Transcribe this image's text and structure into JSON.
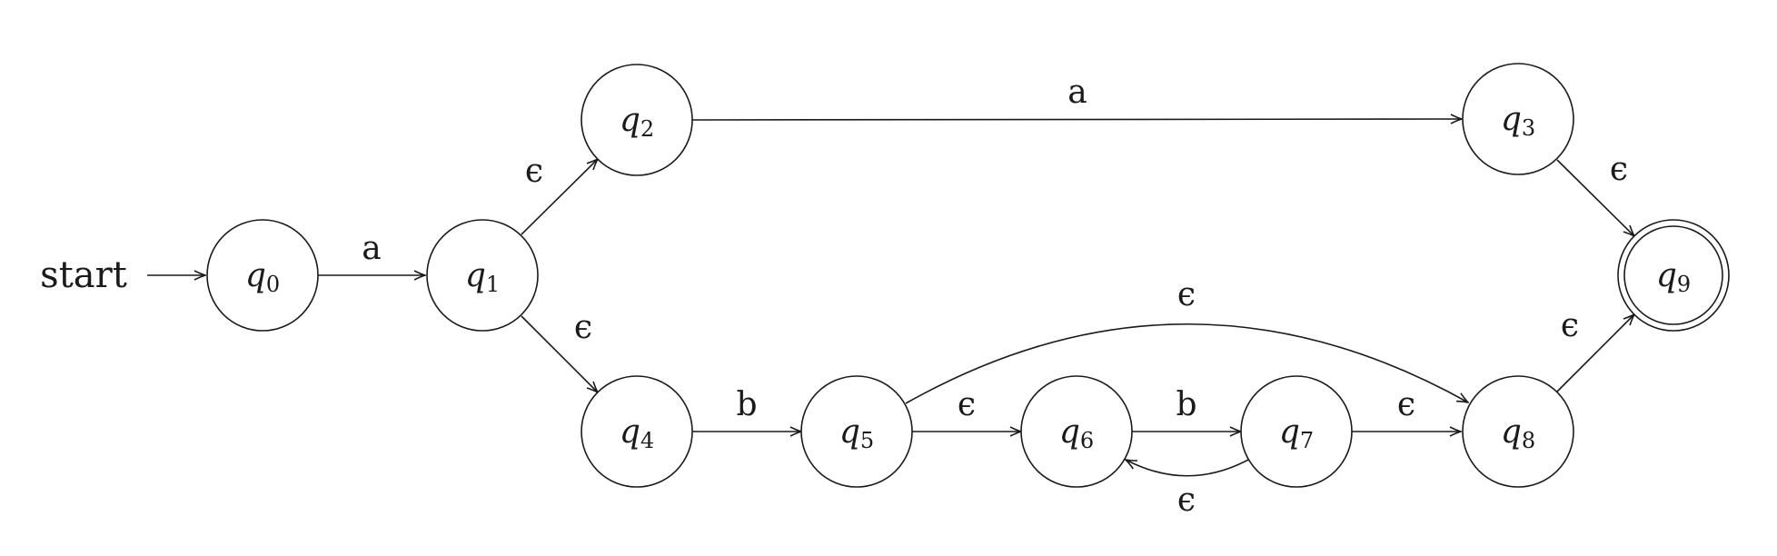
{
  "start_label": "start",
  "states": [
    {
      "id": "q0",
      "base": "q",
      "sub": "0",
      "accepting": false
    },
    {
      "id": "q1",
      "base": "q",
      "sub": "1",
      "accepting": false
    },
    {
      "id": "q2",
      "base": "q",
      "sub": "2",
      "accepting": false
    },
    {
      "id": "q3",
      "base": "q",
      "sub": "3",
      "accepting": false
    },
    {
      "id": "q4",
      "base": "q",
      "sub": "4",
      "accepting": false
    },
    {
      "id": "q5",
      "base": "q",
      "sub": "5",
      "accepting": false
    },
    {
      "id": "q6",
      "base": "q",
      "sub": "6",
      "accepting": false
    },
    {
      "id": "q7",
      "base": "q",
      "sub": "7",
      "accepting": false
    },
    {
      "id": "q8",
      "base": "q",
      "sub": "8",
      "accepting": false
    },
    {
      "id": "q9",
      "base": "q",
      "sub": "9",
      "accepting": true
    }
  ],
  "transitions": [
    {
      "id": "q0-q1",
      "from": "q0",
      "to": "q1",
      "label": "a"
    },
    {
      "id": "q1-q2",
      "from": "q1",
      "to": "q2",
      "label": "ϵ"
    },
    {
      "id": "q1-q4",
      "from": "q1",
      "to": "q4",
      "label": "ϵ"
    },
    {
      "id": "q2-q3",
      "from": "q2",
      "to": "q3",
      "label": "a"
    },
    {
      "id": "q3-q9",
      "from": "q3",
      "to": "q9",
      "label": "ϵ"
    },
    {
      "id": "q4-q5",
      "from": "q4",
      "to": "q5",
      "label": "b"
    },
    {
      "id": "q5-q6",
      "from": "q5",
      "to": "q6",
      "label": "ϵ"
    },
    {
      "id": "q5-q8",
      "from": "q5",
      "to": "q8",
      "label": "ϵ"
    },
    {
      "id": "q6-q7",
      "from": "q6",
      "to": "q7",
      "label": "b"
    },
    {
      "id": "q7-q6",
      "from": "q7",
      "to": "q6",
      "label": "ϵ"
    },
    {
      "id": "q7-q8",
      "from": "q7",
      "to": "q8",
      "label": "ϵ"
    },
    {
      "id": "q8-q9",
      "from": "q8",
      "to": "q9",
      "label": "ϵ"
    }
  ]
}
